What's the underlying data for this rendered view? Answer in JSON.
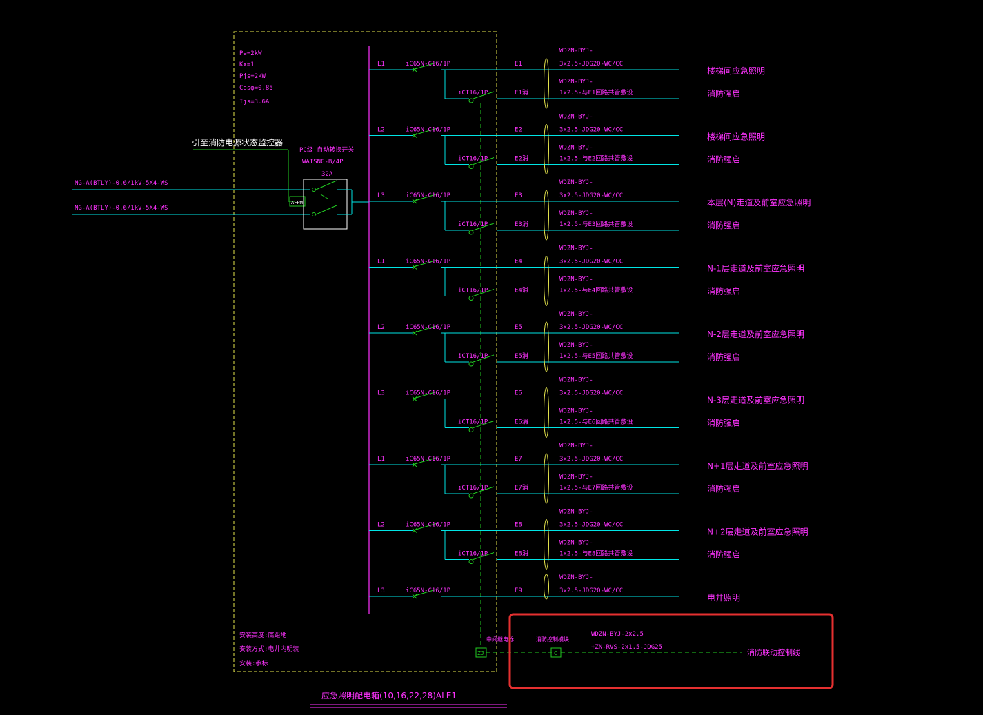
{
  "panel": {
    "params": [
      "Pe=2kW",
      "Kx=1",
      "Pjs=2kW",
      "Cosφ=0.85",
      "Ijs=3.6A"
    ],
    "notes": [
      "安装高度:底距地",
      "安装方式:电井内明装",
      "安装:参标"
    ],
    "title": "应急照明配电箱(10,16,22,28)ALE1"
  },
  "incoming": {
    "monitor_label": "引至消防电源状态监控器",
    "feeder_1": "NG-A(BTLY)-0.6/1kV-5X4-WS",
    "feeder_2": "NG-A(BTLY)-0.6/1kV-5X4-WS",
    "ats_line1": "PC级 自动转换开关",
    "ats_line2": "WATSNG-B/4P",
    "ats_line3": "32A",
    "afpm": "AFPM"
  },
  "circuits": [
    {
      "phase": "L1",
      "breaker": "iC65N-C16/1P",
      "id": "E1",
      "cable": "WDZN-BYJ-",
      "spec": "3x2.5-JDG20-WC/CC",
      "load": "楼梯间应急照明",
      "ct": "iCT16/1P",
      "id2": "E1消",
      "cable2": "WDZN-BYJ-",
      "spec2": "1x2.5-与E1回路共管敷设",
      "load2": "消防强启"
    },
    {
      "phase": "L2",
      "breaker": "iC65N-C16/1P",
      "id": "E2",
      "cable": "WDZN-BYJ-",
      "spec": "3x2.5-JDG20-WC/CC",
      "load": "楼梯间应急照明",
      "ct": "iCT16/1P",
      "id2": "E2消",
      "cable2": "WDZN-BYJ-",
      "spec2": "1x2.5-与E2回路共管敷设",
      "load2": "消防强启"
    },
    {
      "phase": "L3",
      "breaker": "iC65N-C16/1P",
      "id": "E3",
      "cable": "WDZN-BYJ-",
      "spec": "3x2.5-JDG20-WC/CC",
      "load": "本层(N)走道及前室应急照明",
      "ct": "iCT16/1P",
      "id2": "E3消",
      "cable2": "WDZN-BYJ-",
      "spec2": "1x2.5-与E3回路共管敷设",
      "load2": "消防强启"
    },
    {
      "phase": "L1",
      "breaker": "iC65N-C16/1P",
      "id": "E4",
      "cable": "WDZN-BYJ-",
      "spec": "3x2.5-JDG20-WC/CC",
      "load": "N-1层走道及前室应急照明",
      "ct": "iCT16/1P",
      "id2": "E4消",
      "cable2": "WDZN-BYJ-",
      "spec2": "1x2.5-与E4回路共管敷设",
      "load2": "消防强启"
    },
    {
      "phase": "L2",
      "breaker": "iC65N-C16/1P",
      "id": "E5",
      "cable": "WDZN-BYJ-",
      "spec": "3x2.5-JDG20-WC/CC",
      "load": "N-2层走道及前室应急照明",
      "ct": "iCT16/1P",
      "id2": "E5消",
      "cable2": "WDZN-BYJ-",
      "spec2": "1x2.5-与E5回路共管敷设",
      "load2": "消防强启"
    },
    {
      "phase": "L3",
      "breaker": "iC65N-C16/1P",
      "id": "E6",
      "cable": "WDZN-BYJ-",
      "spec": "3x2.5-JDG20-WC/CC",
      "load": "N-3层走道及前室应急照明",
      "ct": "iCT16/1P",
      "id2": "E6消",
      "cable2": "WDZN-BYJ-",
      "spec2": "1x2.5-与E6回路共管敷设",
      "load2": "消防强启"
    },
    {
      "phase": "L1",
      "breaker": "iC65N-C16/1P",
      "id": "E7",
      "cable": "WDZN-BYJ-",
      "spec": "3x2.5-JDG20-WC/CC",
      "load": "N+1层走道及前室应急照明",
      "ct": "iCT16/1P",
      "id2": "E7消",
      "cable2": "WDZN-BYJ-",
      "spec2": "1x2.5-与E7回路共管敷设",
      "load2": "消防强启"
    },
    {
      "phase": "L2",
      "breaker": "iC65N-C16/1P",
      "id": "E8",
      "cable": "WDZN-BYJ-",
      "spec": "3x2.5-JDG20-WC/CC",
      "load": "N+2层走道及前室应急照明",
      "ct": "iCT16/1P",
      "id2": "E8消",
      "cable2": "WDZN-BYJ-",
      "spec2": "1x2.5-与E8回路共管敷设",
      "load2": "消防强启"
    },
    {
      "phase": "L3",
      "breaker": "iC65N-C16/1P",
      "id": "E9",
      "cable": "WDZN-BYJ-",
      "spec": "3x2.5-JDG20-WC/CC",
      "load": "电井照明"
    }
  ],
  "control": {
    "relay_label": "中间继电器",
    "zj": "ZJ",
    "module_label": "消防控制模块",
    "c": "C",
    "cable_line1": "WDZN-BYJ-2x2.5",
    "cable_line2": "+ZN-RVS-2x1.5-JDG25",
    "target": "消防联动控制线"
  },
  "colors": {
    "background": "#000000",
    "text_magenta": "#ff33ff",
    "line_cyan": "#00e5e5",
    "line_green": "#22cc22",
    "panel_yellow": "#e5e54c",
    "highlight_red": "#e53030"
  }
}
